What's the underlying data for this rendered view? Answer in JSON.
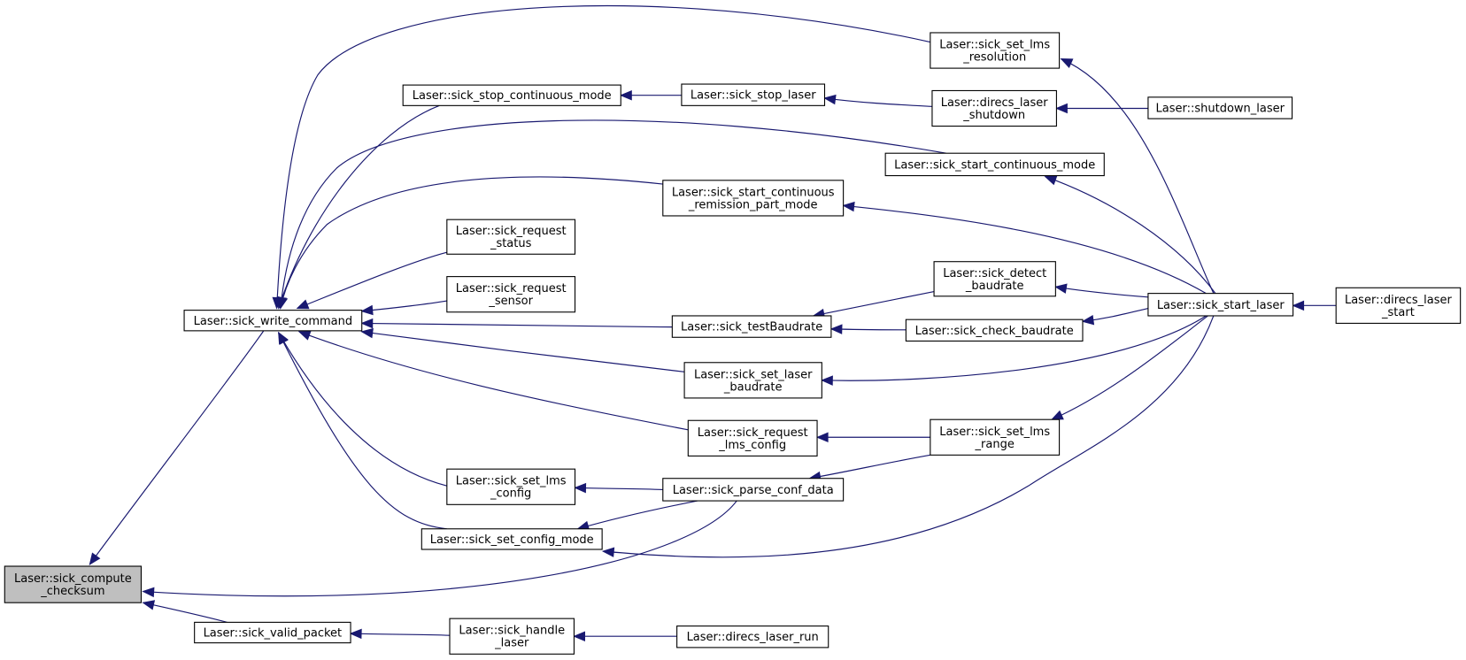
{
  "diagram": {
    "type": "call-graph",
    "nodes": [
      {
        "id": "compute_checksum",
        "lines": [
          "Laser::sick_compute",
          "_checksum"
        ],
        "highlight": true
      },
      {
        "id": "write_command",
        "lines": [
          "Laser::sick_write_command"
        ]
      },
      {
        "id": "valid_packet",
        "lines": [
          "Laser::sick_valid_packet"
        ]
      },
      {
        "id": "stop_continuous",
        "lines": [
          "Laser::sick_stop_continuous_mode"
        ]
      },
      {
        "id": "request_status",
        "lines": [
          "Laser::sick_request",
          "_status"
        ]
      },
      {
        "id": "request_sensor",
        "lines": [
          "Laser::sick_request",
          "_sensor"
        ]
      },
      {
        "id": "set_lms_config",
        "lines": [
          "Laser::sick_set_lms",
          "_config"
        ]
      },
      {
        "id": "set_config_mode",
        "lines": [
          "Laser::sick_set_config_mode"
        ]
      },
      {
        "id": "handle_laser",
        "lines": [
          "Laser::sick_handle",
          "_laser"
        ]
      },
      {
        "id": "stop_laser",
        "lines": [
          "Laser::sick_stop_laser"
        ]
      },
      {
        "id": "start_cont_remission",
        "lines": [
          "Laser::sick_start_continuous",
          "_remission_part_mode"
        ]
      },
      {
        "id": "testBaudrate",
        "lines": [
          "Laser::sick_testBaudrate"
        ]
      },
      {
        "id": "set_laser_baudrate",
        "lines": [
          "Laser::sick_set_laser",
          "_baudrate"
        ]
      },
      {
        "id": "request_lms_config",
        "lines": [
          "Laser::sick_request",
          "_lms_config"
        ]
      },
      {
        "id": "parse_conf_data",
        "lines": [
          "Laser::sick_parse_conf_data"
        ]
      },
      {
        "id": "direcs_laser_run",
        "lines": [
          "Laser::direcs_laser_run"
        ]
      },
      {
        "id": "set_lms_resolution",
        "lines": [
          "Laser::sick_set_lms",
          "_resolution"
        ]
      },
      {
        "id": "direcs_laser_shutdown",
        "lines": [
          "Laser::direcs_laser",
          "_shutdown"
        ]
      },
      {
        "id": "start_continuous",
        "lines": [
          "Laser::sick_start_continuous_mode"
        ]
      },
      {
        "id": "detect_baudrate",
        "lines": [
          "Laser::sick_detect",
          "_baudrate"
        ]
      },
      {
        "id": "check_baudrate",
        "lines": [
          "Laser::sick_check_baudrate"
        ]
      },
      {
        "id": "set_lms_range",
        "lines": [
          "Laser::sick_set_lms",
          "_range"
        ]
      },
      {
        "id": "shutdown_laser",
        "lines": [
          "Laser::shutdown_laser"
        ]
      },
      {
        "id": "start_laser",
        "lines": [
          "Laser::sick_start_laser"
        ]
      },
      {
        "id": "direcs_laser_start",
        "lines": [
          "Laser::direcs_laser",
          "_start"
        ]
      }
    ],
    "edges": [
      {
        "from": "write_command",
        "to": "compute_checksum"
      },
      {
        "from": "valid_packet",
        "to": "compute_checksum"
      },
      {
        "from": "parse_conf_data",
        "to": "compute_checksum"
      },
      {
        "from": "set_lms_resolution",
        "to": "write_command"
      },
      {
        "from": "stop_continuous",
        "to": "write_command"
      },
      {
        "from": "start_continuous",
        "to": "write_command"
      },
      {
        "from": "start_cont_remission",
        "to": "write_command"
      },
      {
        "from": "request_status",
        "to": "write_command"
      },
      {
        "from": "request_sensor",
        "to": "write_command"
      },
      {
        "from": "testBaudrate",
        "to": "write_command"
      },
      {
        "from": "set_laser_baudrate",
        "to": "write_command"
      },
      {
        "from": "request_lms_config",
        "to": "write_command"
      },
      {
        "from": "set_lms_config",
        "to": "write_command"
      },
      {
        "from": "set_config_mode",
        "to": "write_command"
      },
      {
        "from": "stop_laser",
        "to": "stop_continuous"
      },
      {
        "from": "direcs_laser_shutdown",
        "to": "stop_laser"
      },
      {
        "from": "shutdown_laser",
        "to": "direcs_laser_shutdown"
      },
      {
        "from": "start_laser",
        "to": "set_lms_resolution"
      },
      {
        "from": "start_laser",
        "to": "start_continuous"
      },
      {
        "from": "start_laser",
        "to": "start_cont_remission"
      },
      {
        "from": "detect_baudrate",
        "to": "testBaudrate"
      },
      {
        "from": "check_baudrate",
        "to": "testBaudrate"
      },
      {
        "from": "start_laser",
        "to": "detect_baudrate"
      },
      {
        "from": "start_laser",
        "to": "check_baudrate"
      },
      {
        "from": "start_laser",
        "to": "set_laser_baudrate"
      },
      {
        "from": "set_lms_range",
        "to": "request_lms_config"
      },
      {
        "from": "start_laser",
        "to": "set_lms_range"
      },
      {
        "from": "parse_conf_data",
        "to": "set_lms_config"
      },
      {
        "from": "parse_conf_data",
        "to": "set_config_mode"
      },
      {
        "from": "set_lms_range",
        "to": "parse_conf_data"
      },
      {
        "from": "start_laser",
        "to": "set_config_mode"
      },
      {
        "from": "direcs_laser_start",
        "to": "start_laser"
      },
      {
        "from": "handle_laser",
        "to": "valid_packet"
      },
      {
        "from": "direcs_laser_run",
        "to": "handle_laser"
      }
    ]
  }
}
